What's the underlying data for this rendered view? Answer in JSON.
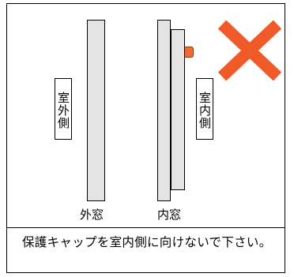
{
  "labels": {
    "outdoor_side": "室外側",
    "indoor_side": "室内側",
    "outer_window": "外窓",
    "inner_window": "内窓"
  },
  "notice": {
    "text": "保護キャップを室内側に向けないで下さい。"
  },
  "colors": {
    "cap": "#ef6a34",
    "x_mark": "#f05a28",
    "pane_fill": "#e4e4e4"
  },
  "icons": {
    "prohibited_mark": "x-mark-icon"
  }
}
